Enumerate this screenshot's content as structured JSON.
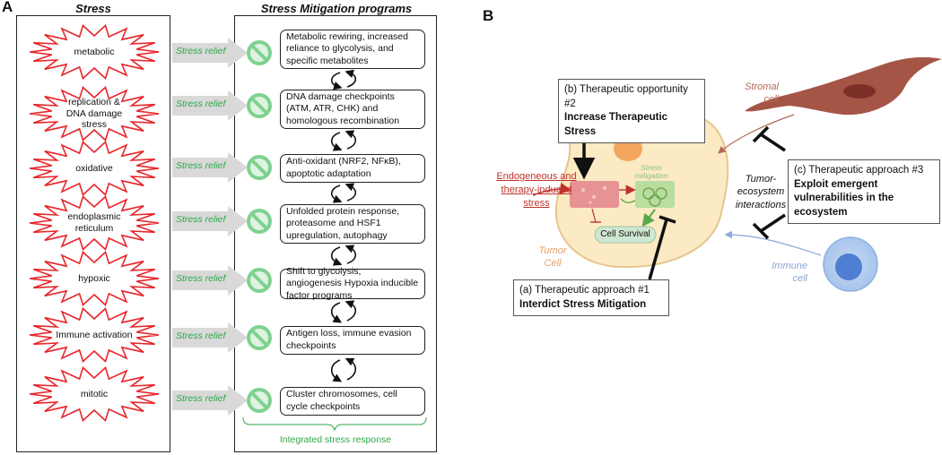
{
  "panel_a": {
    "letter": "A",
    "stress_header": "Stress",
    "programs_header": "Stress Mitigation programs",
    "relief_label": "Stress  relief",
    "stresses": [
      "metabolic",
      "replication & DNA damage stress",
      "oxidative",
      "endoplasmic reticulum",
      "hypoxic",
      "Immune activation",
      "mitotic"
    ],
    "programs": [
      "Metabolic rewiring,  increased reliance to glycolysis, and specific metabolites",
      "DNA damage checkpoints (ATM, ATR, CHK) and homologous recombination",
      "Anti-oxidant (NRF2, NFκB), apoptotic adaptation",
      "Unfolded protein response, proteasome and HSF1 upregulation, autophagy",
      "Shift to glycolysis, angiogenesis Hypoxia inducible factor programs",
      "Antigen loss, immune evasion checkpoints",
      "Cluster chromosomes, cell cycle checkpoints"
    ],
    "integrated_label": "Integrated stress response"
  },
  "panel_b": {
    "letter": "B",
    "opportunity2_prefix": "(b) Therapeutic opportunity #2",
    "opportunity2_bold": "Increase Therapeutic Stress",
    "approach1_prefix": "(a) Therapeutic approach #1",
    "approach1_bold": "Interdict Stress Mitigation",
    "approach3_prefix": "(c) Therapeutic approach #3",
    "approach3_bold": "Exploit emergent vulnerabilities in the ecosystem",
    "endogenous": "Endogeneous and therapy-induced stress",
    "stress_mitigation": "Stress mitigation",
    "cell_survival": "Cell Survival",
    "tumor_cell": "Tumor Cell",
    "stromal_cell": "Stromal cell",
    "immune_cell": "Immune cell",
    "interactions": "Tumor-ecosystem interactions"
  },
  "colors": {
    "star_outline": "#e8262b",
    "relief_text": "#2ea84a",
    "no_icon": "#7fd18f",
    "endogenous_red": "#c0322b",
    "tumor_text": "#e3a066",
    "stromal_text": "#b26a58",
    "immune_text": "#8ea6d8"
  }
}
